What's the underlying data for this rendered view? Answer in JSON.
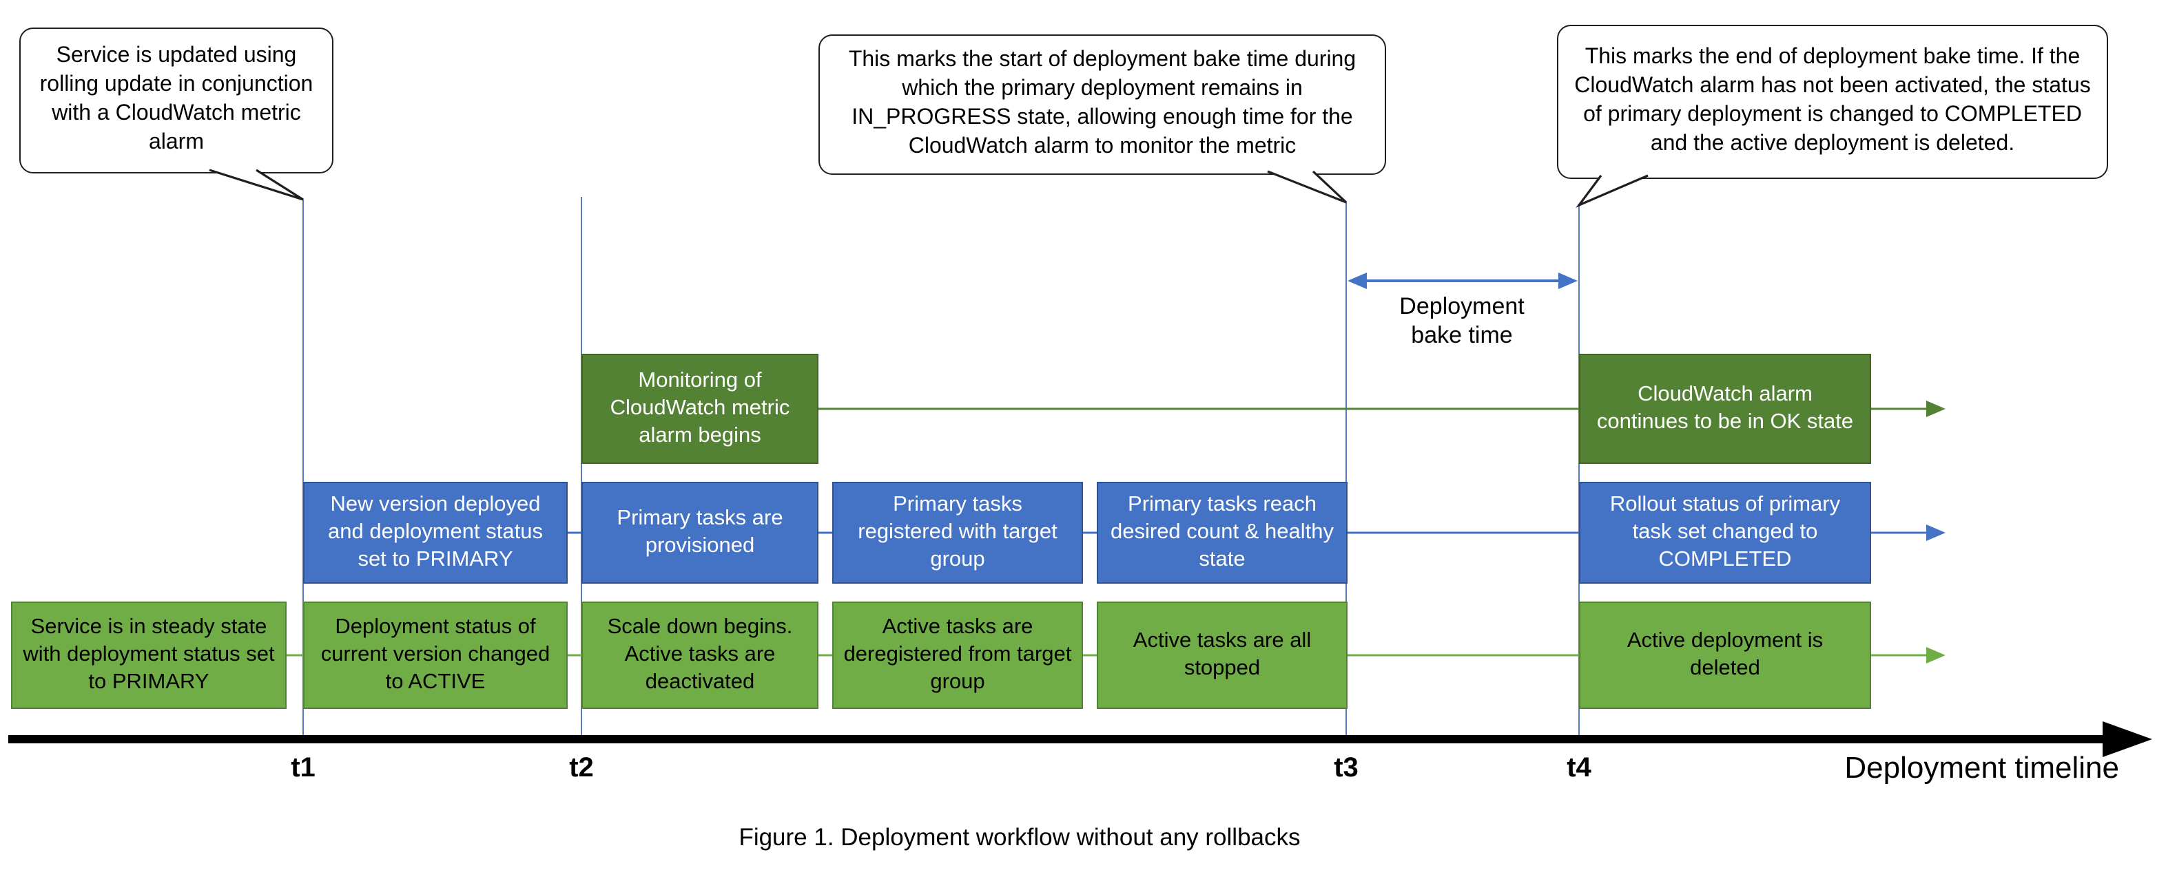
{
  "caption": "Figure 1. Deployment workflow without any rollbacks",
  "timeline": {
    "label": "Deployment timeline",
    "ticks": [
      "t1",
      "t2",
      "t3",
      "t4"
    ]
  },
  "bake_time": {
    "label": "Deployment bake time"
  },
  "callouts": [
    {
      "text": "Service is updated using rolling update in conjunction with a CloudWatch metric alarm"
    },
    {
      "text": "This marks the start of deployment bake time during which the primary deployment remains in IN_PROGRESS state, allowing enough time for the CloudWatch alarm to monitor the metric"
    },
    {
      "text": "This marks the end of deployment bake time. If the CloudWatch alarm has not been activated, the status of primary deployment is changed to COMPLETED and the active deployment is deleted."
    }
  ],
  "monitoring_row": {
    "boxes": [
      {
        "text": "Monitoring of CloudWatch metric alarm begins"
      },
      {
        "text": "CloudWatch alarm continues to be in OK state"
      }
    ]
  },
  "primary_row": {
    "boxes": [
      {
        "text": "New version deployed and deployment status set to PRIMARY"
      },
      {
        "text": "Primary tasks are provisioned"
      },
      {
        "text": "Primary tasks registered with target group"
      },
      {
        "text": "Primary tasks reach desired count & healthy state"
      },
      {
        "text": "Rollout status of primary task set changed to COMPLETED"
      }
    ]
  },
  "active_row": {
    "boxes": [
      {
        "text": "Service is in steady state with deployment status set to PRIMARY"
      },
      {
        "text": "Deployment status of current version changed to ACTIVE"
      },
      {
        "text": "Scale down begins. Active tasks are deactivated"
      },
      {
        "text": "Active tasks are deregistered from target group"
      },
      {
        "text": "Active tasks are all stopped"
      },
      {
        "text": "Active deployment is deleted"
      }
    ]
  },
  "colors": {
    "dark_green": "#548235",
    "blue": "#4472C4",
    "light_green": "#70AD47",
    "axis_black": "#000000"
  }
}
